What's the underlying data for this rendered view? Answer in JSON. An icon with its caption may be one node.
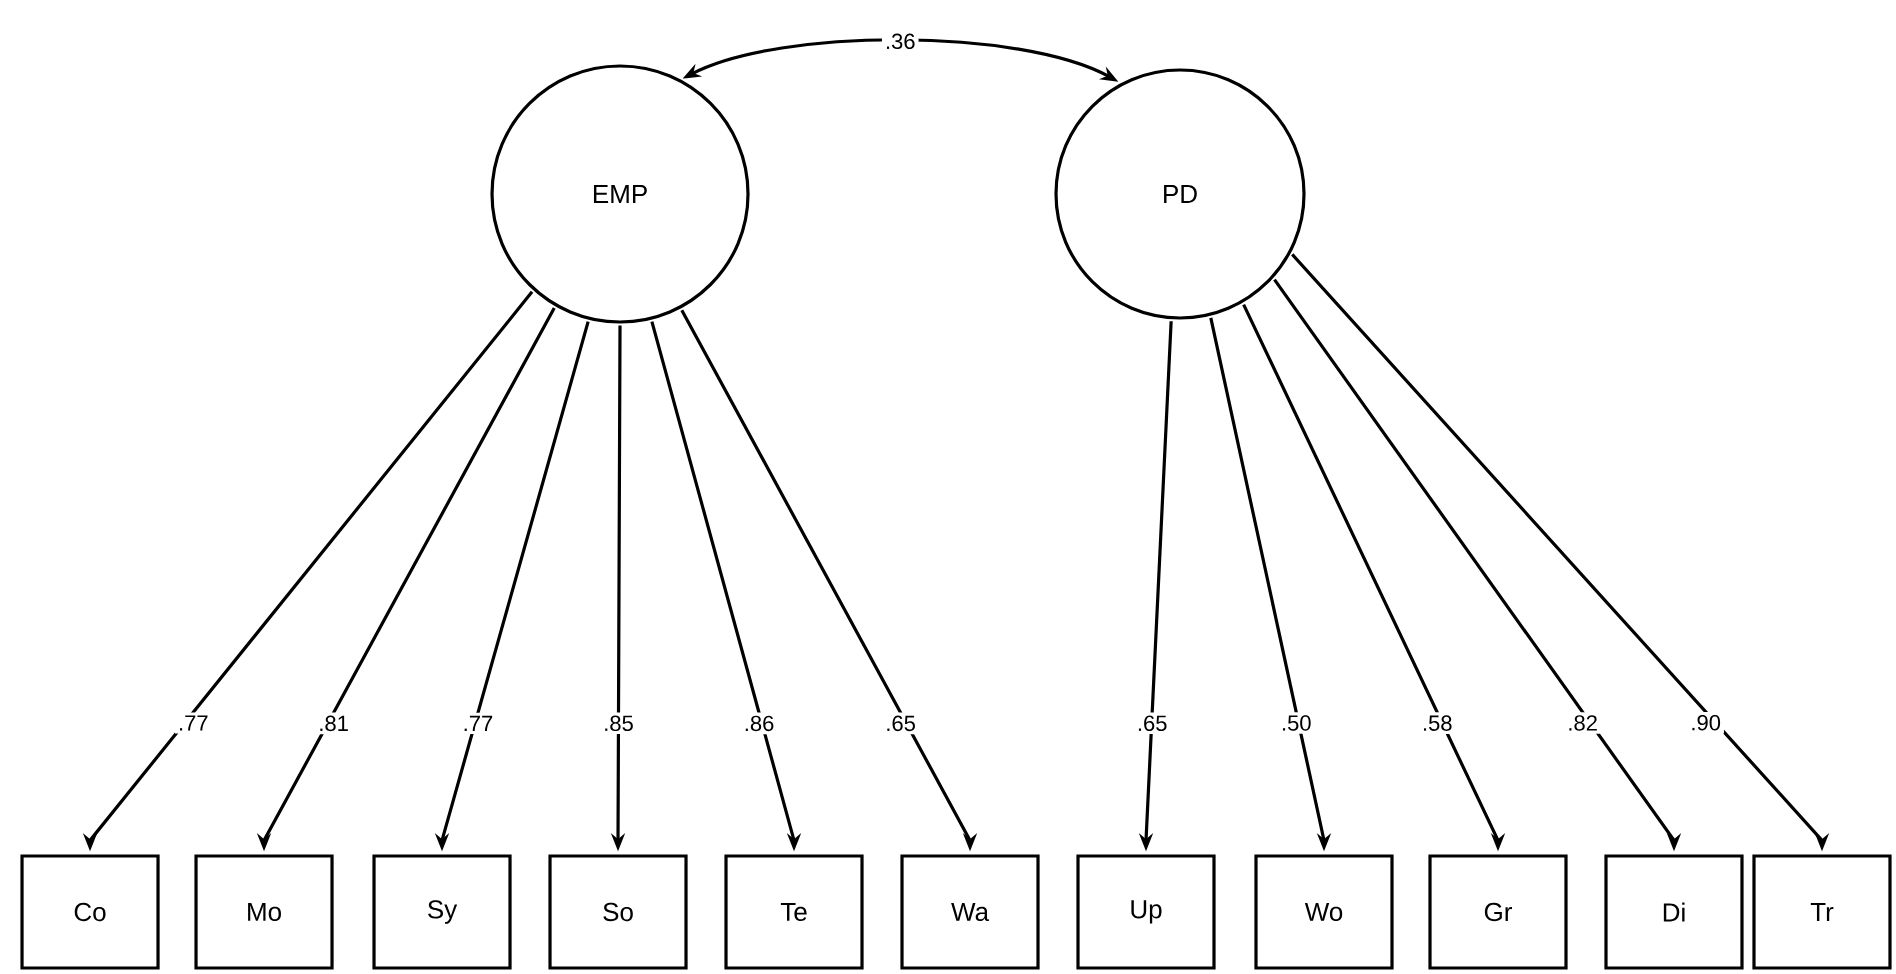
{
  "diagram": {
    "nodes": [
      {
        "text": [
          "EMP"
        ]
      },
      {
        "text": [
          "PD"
        ]
      },
      {
        "text": [
          "Co"
        ]
      },
      {
        "text": [
          "Mo"
        ]
      },
      {
        "text": [
          "Sy"
        ]
      },
      {
        "text": [
          "So"
        ]
      },
      {
        "text": [
          "Te"
        ]
      },
      {
        "text": [
          "Wa"
        ]
      },
      {
        "text": [
          "Up"
        ]
      },
      {
        "text": [
          "Wo"
        ]
      },
      {
        "text": [
          "Gr"
        ]
      },
      {
        "text": [
          "Di"
        ]
      },
      {
        "text": [
          "Tr"
        ]
      }
    ],
    "edges": [
      {
        "from": 0,
        "to": 1,
        "arrow": "both",
        "label": ".36"
      },
      {
        "from": 0,
        "to": 2,
        "arrow": "to",
        "label": ".77"
      },
      {
        "from": 0,
        "to": 3,
        "arrow": "to",
        "label": ".81"
      },
      {
        "from": 0,
        "to": 4,
        "arrow": "to",
        "label": ".77"
      },
      {
        "from": 0,
        "to": 5,
        "arrow": "to",
        "label": ".85"
      },
      {
        "from": 0,
        "to": 6,
        "arrow": "to",
        "label": ".86"
      },
      {
        "from": 0,
        "to": 7,
        "arrow": "to",
        "label": ".65"
      },
      {
        "from": 1,
        "to": 8,
        "arrow": "to",
        "label": ".65"
      },
      {
        "from": 1,
        "to": 9,
        "arrow": "to",
        "label": ".50"
      },
      {
        "from": 1,
        "to": 10,
        "arrow": "to",
        "label": ".58"
      },
      {
        "from": 1,
        "to": 11,
        "arrow": "to",
        "label": ".82"
      },
      {
        "from": 1,
        "to": 12,
        "arrow": "to",
        "label": ".90"
      }
    ]
  }
}
